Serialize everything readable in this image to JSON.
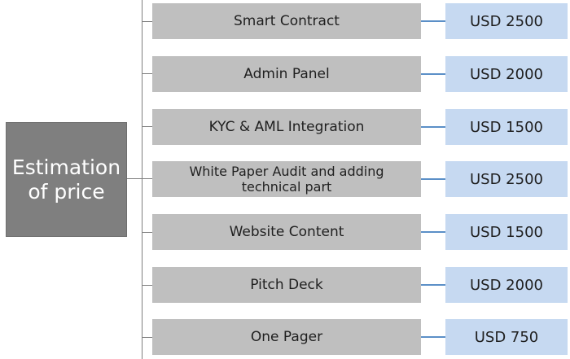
{
  "root": {
    "label": "Estimation\nof price"
  },
  "colors": {
    "root": "#7f7f7f",
    "item": "#bfbfbf",
    "price": "#c6d9f1",
    "connector": "#5b8fc7"
  },
  "items": [
    {
      "label": "Smart Contract",
      "price": "USD 2500"
    },
    {
      "label": "Admin Panel",
      "price": "USD 2000"
    },
    {
      "label": "KYC & AML Integration",
      "price": "USD 1500"
    },
    {
      "label": "White Paper Audit and adding technical part",
      "price": "USD 2500"
    },
    {
      "label": "Website Content",
      "price": "USD 1500"
    },
    {
      "label": "Pitch Deck",
      "price": "USD 2000"
    },
    {
      "label": "One Pager",
      "price": "USD 750"
    }
  ]
}
